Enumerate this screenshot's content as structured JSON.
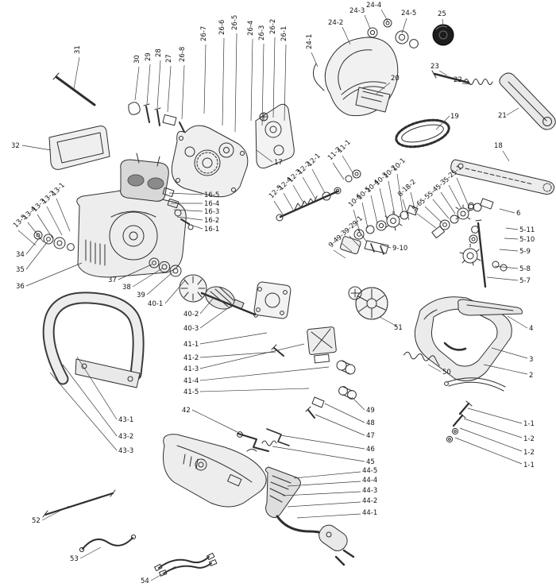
{
  "description": "Exploded parts diagram of an electric chainsaw with numbered callouts",
  "colors": {
    "background": "#ffffff",
    "line": "#2f2f2f",
    "label": "#141414"
  },
  "diagram": {
    "label_format": [
      "text",
      "x",
      "y",
      "rot",
      "x1",
      "y1",
      "x2",
      "y2"
    ],
    "labels": [
      [
        "31",
        100,
        68,
        "v",
        100,
        72,
        93,
        112
      ],
      [
        "30",
        175,
        80,
        "v",
        175,
        84,
        170,
        126
      ],
      [
        "29",
        189,
        77,
        "v",
        189,
        81,
        185,
        131
      ],
      [
        "28",
        202,
        72,
        "v",
        202,
        76,
        198,
        136
      ],
      [
        "27",
        215,
        79,
        "v",
        215,
        83,
        211,
        141
      ],
      [
        "26-8",
        232,
        78,
        "v",
        232,
        82,
        229,
        150
      ],
      [
        "26-7",
        259,
        52,
        "v",
        259,
        56,
        257,
        143
      ],
      [
        "26-6",
        282,
        44,
        "v",
        282,
        48,
        280,
        158
      ],
      [
        "26-5",
        298,
        38,
        "v",
        298,
        42,
        296,
        166
      ],
      [
        "26-4",
        318,
        45,
        "v",
        318,
        49,
        316,
        152
      ],
      [
        "26-3",
        332,
        51,
        "v",
        332,
        55,
        330,
        158
      ],
      [
        "26-2",
        346,
        43,
        "v",
        346,
        47,
        344,
        148
      ],
      [
        "26-1",
        360,
        52,
        "v",
        360,
        56,
        358,
        152
      ],
      [
        "24-1",
        392,
        62,
        "v",
        392,
        66,
        400,
        84
      ],
      [
        "24-2",
        413,
        31,
        "h",
        431,
        34,
        441,
        56
      ],
      [
        "24-3",
        440,
        16,
        "h",
        459,
        19,
        466,
        36
      ],
      [
        "24-4",
        461,
        9,
        "h",
        480,
        12,
        489,
        28
      ],
      [
        "24-5",
        505,
        19,
        "h",
        512,
        23,
        506,
        42
      ],
      [
        "25",
        551,
        20,
        "h",
        557,
        24,
        558,
        33
      ],
      [
        "20",
        492,
        101,
        "h",
        491,
        104,
        474,
        118
      ],
      [
        "23",
        542,
        86,
        "h",
        553,
        89,
        563,
        95
      ],
      [
        "22",
        571,
        103,
        "h",
        582,
        105,
        593,
        106
      ],
      [
        "21",
        627,
        148,
        "h",
        638,
        145,
        653,
        136
      ],
      [
        "19",
        567,
        149,
        "h",
        566,
        146,
        549,
        163
      ],
      [
        "18",
        622,
        186,
        "h",
        633,
        190,
        641,
        203
      ],
      [
        "6",
        650,
        271,
        "h",
        648,
        268,
        629,
        263
      ],
      [
        "5-11",
        654,
        292,
        "h",
        652,
        289,
        637,
        287
      ],
      [
        "5-10",
        654,
        304,
        "h",
        652,
        301,
        635,
        300
      ],
      [
        "5-9",
        654,
        319,
        "h",
        652,
        316,
        629,
        314
      ],
      [
        "5-8",
        654,
        341,
        "h",
        652,
        338,
        623,
        335
      ],
      [
        "5-7",
        654,
        356,
        "h",
        652,
        353,
        613,
        349
      ],
      [
        "4",
        666,
        416,
        "h",
        664,
        413,
        639,
        398
      ],
      [
        "3",
        666,
        455,
        "h",
        664,
        451,
        619,
        438
      ],
      [
        "2",
        666,
        475,
        "h",
        664,
        471,
        609,
        459
      ],
      [
        "1-1",
        659,
        536,
        "h",
        657,
        533,
        589,
        514
      ],
      [
        "1-2",
        659,
        555,
        "h",
        657,
        551,
        584,
        527
      ],
      [
        "1-2",
        659,
        572,
        "h",
        657,
        568,
        579,
        539
      ],
      [
        "1-1",
        659,
        588,
        "h",
        657,
        584,
        573,
        551
      ],
      [
        "32",
        14,
        186,
        "h",
        28,
        183,
        64,
        189
      ],
      [
        "34",
        20,
        323,
        "h",
        33,
        320,
        50,
        299
      ],
      [
        "35",
        20,
        342,
        "h",
        33,
        339,
        60,
        304
      ],
      [
        "36",
        20,
        363,
        "h",
        33,
        360,
        103,
        331
      ],
      [
        "37",
        136,
        355,
        "h",
        149,
        352,
        191,
        333
      ],
      [
        "38",
        154,
        364,
        "h",
        167,
        361,
        204,
        338
      ],
      [
        "39",
        172,
        374,
        "h",
        185,
        371,
        217,
        343
      ],
      [
        "40-1",
        186,
        385,
        "h",
        208,
        382,
        233,
        353
      ],
      [
        "40-2",
        231,
        398,
        "h",
        252,
        395,
        268,
        376
      ],
      [
        "40-3",
        231,
        416,
        "h",
        252,
        413,
        291,
        385
      ],
      [
        "41-1",
        231,
        436,
        "h",
        252,
        433,
        336,
        419
      ],
      [
        "41-2",
        231,
        453,
        "h",
        252,
        450,
        347,
        443
      ],
      [
        "41-3",
        231,
        467,
        "h",
        252,
        464,
        383,
        433
      ],
      [
        "41-4",
        231,
        482,
        "h",
        252,
        479,
        414,
        462
      ],
      [
        "41-5",
        231,
        496,
        "h",
        252,
        493,
        389,
        489
      ],
      [
        "42",
        229,
        519,
        "h",
        242,
        516,
        299,
        544
      ],
      [
        "43-1",
        149,
        531,
        "h",
        147,
        528,
        97,
        449
      ],
      [
        "43-2",
        149,
        552,
        "h",
        147,
        549,
        79,
        459
      ],
      [
        "43-3",
        149,
        570,
        "h",
        147,
        567,
        63,
        469
      ],
      [
        "52",
        40,
        658,
        "h",
        53,
        655,
        87,
        637
      ],
      [
        "53",
        88,
        706,
        "h",
        101,
        703,
        127,
        689
      ],
      [
        "54",
        177,
        734,
        "h",
        190,
        731,
        221,
        713
      ],
      [
        "17",
        345,
        207,
        "h",
        343,
        204,
        323,
        189
      ],
      [
        "16-5",
        257,
        248,
        "h",
        255,
        245,
        213,
        243
      ],
      [
        "16-4",
        257,
        259,
        "h",
        255,
        256,
        215,
        256
      ],
      [
        "16-3",
        257,
        269,
        "h",
        255,
        266,
        219,
        264
      ],
      [
        "16-2",
        257,
        280,
        "h",
        255,
        277,
        223,
        273
      ],
      [
        "16-1",
        257,
        291,
        "h",
        255,
        288,
        236,
        282
      ],
      [
        "9-10",
        494,
        315,
        "h",
        492,
        312,
        479,
        308
      ],
      [
        "51",
        496,
        415,
        "h",
        500,
        411,
        478,
        399
      ],
      [
        "50",
        557,
        471,
        "h",
        555,
        468,
        539,
        459
      ],
      [
        "49",
        461,
        519,
        "h",
        459,
        516,
        443,
        500
      ],
      [
        "48",
        461,
        535,
        "h",
        459,
        532,
        409,
        508
      ],
      [
        "47",
        461,
        551,
        "h",
        459,
        548,
        397,
        522
      ],
      [
        "46",
        461,
        568,
        "h",
        459,
        565,
        353,
        548
      ],
      [
        "45",
        461,
        584,
        "h",
        459,
        581,
        343,
        562
      ],
      [
        "44-5",
        456,
        595,
        "h",
        454,
        594,
        370,
        602
      ],
      [
        "44-4",
        456,
        607,
        "h",
        454,
        606,
        362,
        612
      ],
      [
        "44-3",
        456,
        620,
        "h",
        454,
        619,
        356,
        624
      ],
      [
        "44-2",
        456,
        633,
        "h",
        454,
        632,
        362,
        638
      ],
      [
        "44-1",
        456,
        648,
        "h",
        454,
        647,
        374,
        652
      ],
      [
        "13-1",
        68,
        247,
        "d",
        71,
        250,
        88,
        291
      ],
      [
        "13-2",
        56,
        257,
        "d",
        59,
        260,
        78,
        296
      ],
      [
        "13-3",
        44,
        267,
        "d",
        47,
        270,
        67,
        301
      ],
      [
        "13-4",
        32,
        277,
        "d",
        35,
        280,
        55,
        305
      ],
      [
        "13-5",
        20,
        287,
        "d",
        23,
        290,
        45,
        309
      ],
      [
        "12-1",
        390,
        210,
        "d",
        393,
        213,
        409,
        243
      ],
      [
        "12-2",
        378,
        220,
        "d",
        381,
        223,
        397,
        250
      ],
      [
        "12-3",
        366,
        230,
        "d",
        369,
        233,
        383,
        257
      ],
      [
        "12-4",
        354,
        240,
        "d",
        357,
        243,
        369,
        264
      ],
      [
        "12-5",
        342,
        250,
        "d",
        345,
        253,
        356,
        270
      ],
      [
        "11-1",
        428,
        193,
        "d",
        431,
        196,
        445,
        219
      ],
      [
        "11-2",
        416,
        202,
        "d",
        419,
        205,
        433,
        226
      ],
      [
        "10-1",
        497,
        216,
        "d",
        500,
        219,
        507,
        267
      ],
      [
        "10-2",
        486,
        225,
        "d",
        489,
        228,
        497,
        271
      ],
      [
        "10-3",
        475,
        234,
        "d",
        478,
        237,
        487,
        276
      ],
      [
        "10-4",
        464,
        243,
        "d",
        467,
        246,
        475,
        281
      ],
      [
        "10-5",
        453,
        252,
        "d",
        456,
        255,
        463,
        287
      ],
      [
        "10-6",
        442,
        261,
        "d",
        445,
        264,
        453,
        292
      ],
      [
        "9-1",
        447,
        285,
        "d",
        450,
        288,
        462,
        305
      ],
      [
        "9-2",
        437,
        294,
        "d",
        440,
        297,
        453,
        311
      ],
      [
        "9-3",
        427,
        303,
        "d",
        430,
        306,
        443,
        317
      ],
      [
        "9-4",
        417,
        312,
        "d",
        420,
        315,
        435,
        325
      ],
      [
        "8-1",
        504,
        248,
        "d",
        507,
        251,
        515,
        277
      ],
      [
        "8-2",
        514,
        239,
        "d",
        517,
        242,
        524,
        271
      ],
      [
        "5-1",
        572,
        221,
        "d",
        575,
        224,
        589,
        257
      ],
      [
        "5-2",
        562,
        230,
        "d",
        565,
        233,
        581,
        263
      ],
      [
        "5-3",
        552,
        239,
        "d",
        555,
        242,
        573,
        269
      ],
      [
        "5-4",
        542,
        248,
        "d",
        545,
        251,
        565,
        275
      ],
      [
        "5-5",
        532,
        257,
        "d",
        535,
        260,
        557,
        281
      ],
      [
        "5-6",
        522,
        266,
        "d",
        525,
        269,
        549,
        287
      ]
    ]
  }
}
